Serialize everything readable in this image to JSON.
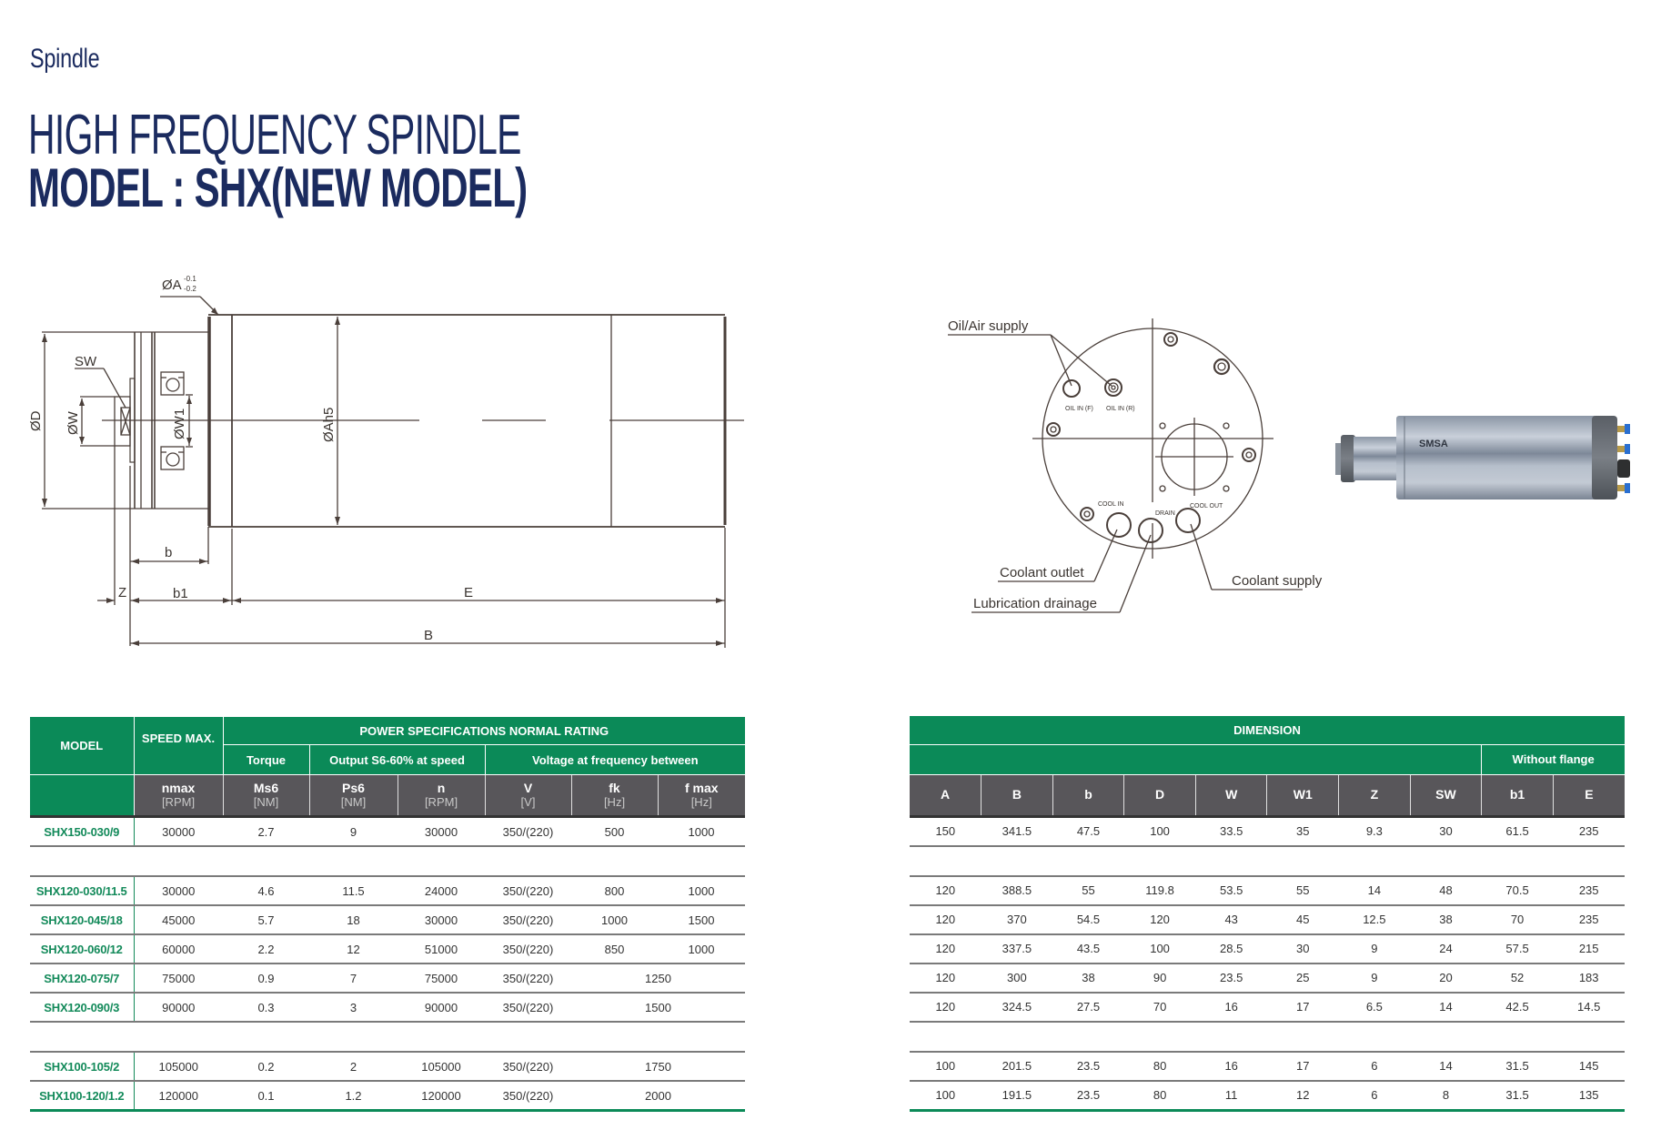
{
  "header": {
    "section": "Spindle",
    "title_line1": "HIGH FREQUENCY SPINDLE",
    "title_line2": "MODEL : SHX(NEW MODEL)"
  },
  "drawing_side": {
    "labels": {
      "dia_a_tol": "ØA",
      "tol_upper": "-0.1",
      "tol_lower": "-0.2",
      "sw": "SW",
      "dia_d": "ØD",
      "dia_w": "ØW",
      "dia_w1": "ØW1",
      "dia_ah5": "ØAh5",
      "b": "b",
      "z": "Z",
      "b1": "b1",
      "e": "E",
      "big_b": "B"
    }
  },
  "drawing_rear": {
    "callouts": {
      "oil_air_supply": "Oil/Air supply",
      "coolant_outlet": "Coolant outlet",
      "lubrication_drainage": "Lubrication drainage",
      "coolant_supply": "Coolant supply"
    },
    "port_labels": {
      "oil_in_f": "OIL IN (F)",
      "oil_in_r": "OIL IN (R)",
      "cool_in": "COOL IN",
      "drain": "DRAIN",
      "cool_out": "COOL OUT"
    }
  },
  "product_photo": {
    "brand_mark": "SMSA"
  },
  "power_table": {
    "headers": {
      "model": "MODEL",
      "speed_max": "SPEED MAX.",
      "group": "POWER SPECIFICATIONS NORMAL RATING",
      "torque": "Torque",
      "output": "Output S6-60% at speed",
      "voltage": "Voltage at frequency between"
    },
    "columns": [
      {
        "symbol": "nmax",
        "unit": "[RPM]"
      },
      {
        "symbol": "Ms6",
        "unit": "[NM]"
      },
      {
        "symbol": "Ps6",
        "unit": "[NM]"
      },
      {
        "symbol": "n",
        "unit": "[RPM]"
      },
      {
        "symbol": "V",
        "unit": "[V]"
      },
      {
        "symbol": "fk",
        "unit": "[Hz]"
      },
      {
        "symbol": "f max",
        "unit": "[Hz]"
      }
    ],
    "rows": [
      {
        "model": "SHX150-030/9",
        "nmax": "30000",
        "ms6": "2.7",
        "ps6": "9",
        "n": "30000",
        "v": "350/(220)",
        "fk": "500",
        "fmax": "1000"
      },
      {
        "model": "SHX120-030/11.5",
        "nmax": "30000",
        "ms6": "4.6",
        "ps6": "11.5",
        "n": "24000",
        "v": "350/(220)",
        "fk": "800",
        "fmax": "1000"
      },
      {
        "model": "SHX120-045/18",
        "nmax": "45000",
        "ms6": "5.7",
        "ps6": "18",
        "n": "30000",
        "v": "350/(220)",
        "fk": "1000",
        "fmax": "1500"
      },
      {
        "model": "SHX120-060/12",
        "nmax": "60000",
        "ms6": "2.2",
        "ps6": "12",
        "n": "51000",
        "v": "350/(220)",
        "fk": "850",
        "fmax": "1000"
      },
      {
        "model": "SHX120-075/7",
        "nmax": "75000",
        "ms6": "0.9",
        "ps6": "7",
        "n": "75000",
        "v": "350/(220)",
        "freq_merged": "1250"
      },
      {
        "model": "SHX120-090/3",
        "nmax": "90000",
        "ms6": "0.3",
        "ps6": "3",
        "n": "90000",
        "v": "350/(220)",
        "freq_merged": "1500"
      },
      {
        "model": "SHX100-105/2",
        "nmax": "105000",
        "ms6": "0.2",
        "ps6": "2",
        "n": "105000",
        "v": "350/(220)",
        "freq_merged": "1750"
      },
      {
        "model": "SHX100-120/1.2",
        "nmax": "120000",
        "ms6": "0.1",
        "ps6": "1.2",
        "n": "120000",
        "v": "350/(220)",
        "freq_merged": "2000"
      }
    ]
  },
  "dimension_table": {
    "headers": {
      "group": "DIMENSION",
      "without_flange": "Without flange"
    },
    "columns": [
      "A",
      "B",
      "b",
      "D",
      "W",
      "W1",
      "Z",
      "SW",
      "b1",
      "E"
    ],
    "rows": [
      [
        "150",
        "341.5",
        "47.5",
        "100",
        "33.5",
        "35",
        "9.3",
        "30",
        "61.5",
        "235"
      ],
      [
        "120",
        "388.5",
        "55",
        "119.8",
        "53.5",
        "55",
        "14",
        "48",
        "70.5",
        "235"
      ],
      [
        "120",
        "370",
        "54.5",
        "120",
        "43",
        "45",
        "12.5",
        "38",
        "70",
        "235"
      ],
      [
        "120",
        "337.5",
        "43.5",
        "100",
        "28.5",
        "30",
        "9",
        "24",
        "57.5",
        "215"
      ],
      [
        "120",
        "300",
        "38",
        "90",
        "23.5",
        "25",
        "9",
        "20",
        "52",
        "183"
      ],
      [
        "120",
        "324.5",
        "27.5",
        "70",
        "16",
        "17",
        "6.5",
        "14",
        "42.5",
        "14.5"
      ],
      [
        "100",
        "201.5",
        "23.5",
        "80",
        "16",
        "17",
        "6",
        "14",
        "31.5",
        "145"
      ],
      [
        "100",
        "191.5",
        "23.5",
        "80",
        "11",
        "12",
        "6",
        "8",
        "31.5",
        "135"
      ]
    ]
  },
  "colors": {
    "title_navy": "#1b2b5f",
    "header_green": "#0b8a58",
    "header_gray": "#58565a",
    "model_green": "#138a5a",
    "drawing_line": "#4a3f3a"
  }
}
